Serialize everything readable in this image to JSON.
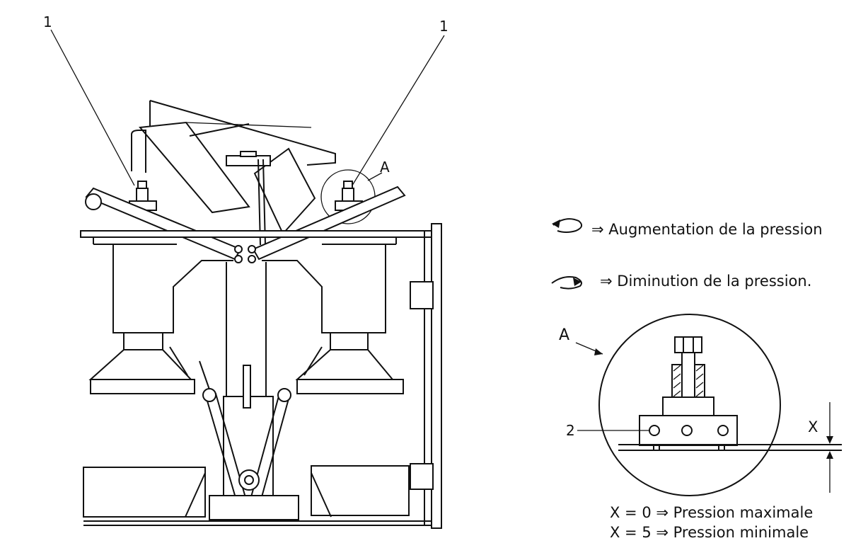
{
  "callouts": {
    "pressure_adjuster_left": "1",
    "pressure_adjuster_right": "1",
    "detail_ref": "A",
    "detail_ref_zoom": "A",
    "bolt_hole_ref": "2",
    "gap_symbol": "X"
  },
  "legend": {
    "increase": "⇒ Augmentation de la pression",
    "decrease": "⇒ Diminution de la pression."
  },
  "gap_values": {
    "max": "X  =  0 ⇒ Pression maximale",
    "min": "X  =  5 ⇒ Pression minimale"
  },
  "icons": {
    "increase_rotation": "rotate-counterclockwise-icon",
    "decrease_rotation": "rotate-clockwise-icon"
  }
}
